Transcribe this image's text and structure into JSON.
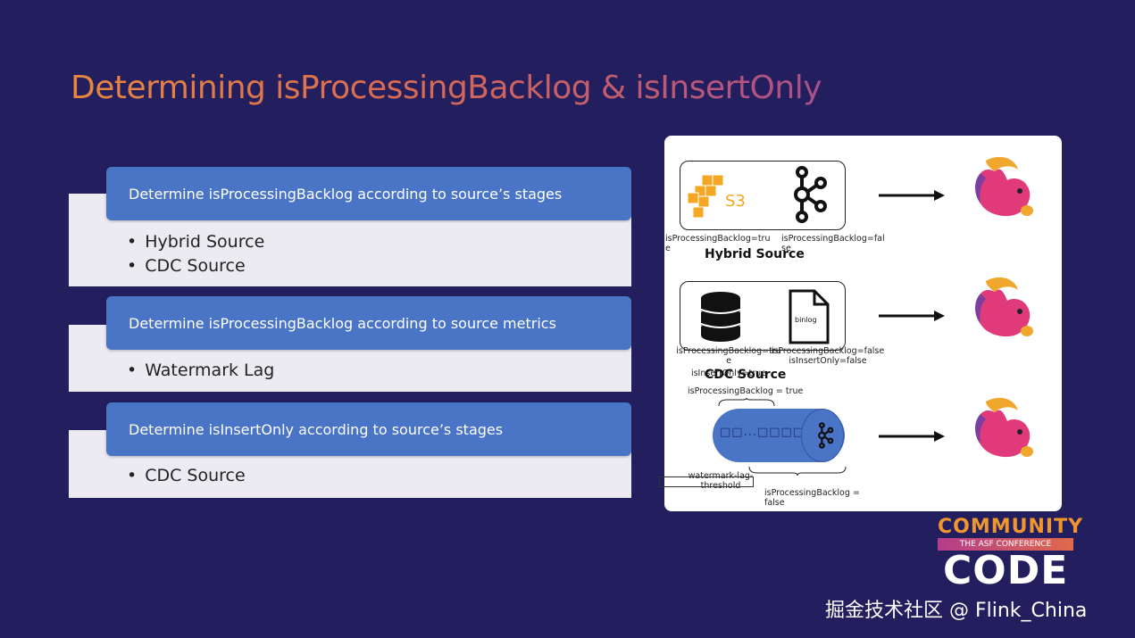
{
  "title": "Determining isProcessingBacklog & isInsertOnly",
  "sections": [
    {
      "header": "Determine isProcessingBacklog according to source’s stages",
      "bullets": [
        "Hybrid Source",
        "CDC Source"
      ]
    },
    {
      "header": "Determine isProcessingBacklog according to source metrics",
      "bullets": [
        "Watermark Lag"
      ]
    },
    {
      "header": "Determine isInsertOnly according to source’s stages",
      "bullets": [
        "CDC Source"
      ]
    }
  ],
  "diagram": {
    "hybrid": {
      "s3_label": "S3",
      "left_label_line1": "isProcessingBacklog=tru",
      "left_label_line2": "e",
      "right_label_line1": "isProcessingBacklog=fal",
      "right_label_line2": "se",
      "caption": "Hybrid Source"
    },
    "cdc": {
      "file_label": "binlog",
      "left_label_line1": "isProcessingBacklog=tru",
      "left_label_line2": "e",
      "left_label_line3": "isInsertOnly=true",
      "right_label_line1": "isProcessingBacklog=false",
      "right_label_line2": "isInsertOnly=false",
      "caption": "CDC Source"
    },
    "lag": {
      "top_label": "isProcessingBacklog = true",
      "pipe_text": "□□...□□□□",
      "threshold_line1": "watermark-lag-",
      "threshold_line2": "threshold",
      "bottom_label_line1": "isProcessingBacklog =",
      "bottom_label_line2": "false"
    }
  },
  "branding": {
    "line1": "COMMUNITY",
    "line2": "THE ASF CONFERENCE",
    "line3": "CODE",
    "watermark": "掘金技术社区 @ Flink_China"
  },
  "colors": {
    "background": "#231f5e",
    "header_blue": "#4a74c6",
    "panel": "#ecebf2",
    "aws_orange": "#f5a623",
    "pipe_blue": "#4a74c6"
  }
}
